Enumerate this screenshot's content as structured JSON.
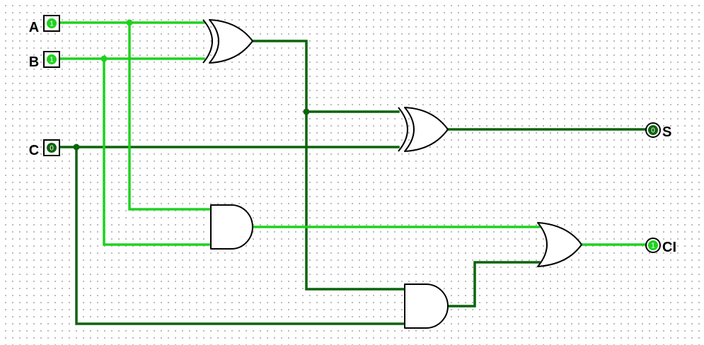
{
  "inputs": {
    "a": {
      "label": "A",
      "value": "1"
    },
    "b": {
      "label": "B",
      "value": "1"
    },
    "c": {
      "label": "C",
      "value": "0"
    }
  },
  "outputs": {
    "s": {
      "label": "S",
      "value": "0"
    },
    "ci": {
      "label": "CI",
      "value": "1"
    }
  },
  "colors": {
    "wire_high": "#1ed21e",
    "wire_low": "#0c640c",
    "gate_stroke": "#000000",
    "gate_fill": "#ffffff"
  }
}
